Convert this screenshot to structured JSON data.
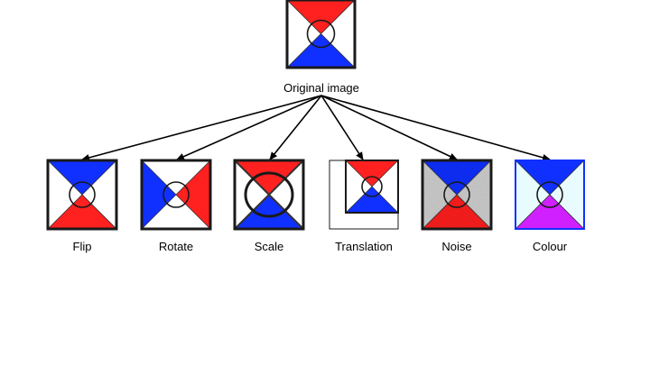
{
  "original": {
    "label": "Original image"
  },
  "colors": {
    "red": "#ff2020",
    "blue": "#1030ff",
    "outline": "#1a1a1a",
    "magenta": "#d020ff",
    "pale_cyan": "#e8fbff",
    "noise_bg": "#cfcfcf"
  },
  "variants": [
    {
      "label": "Flip"
    },
    {
      "label": "Rotate"
    },
    {
      "label": "Scale"
    },
    {
      "label": "Translation"
    },
    {
      "label": "Noise"
    },
    {
      "label": "Colour"
    }
  ]
}
